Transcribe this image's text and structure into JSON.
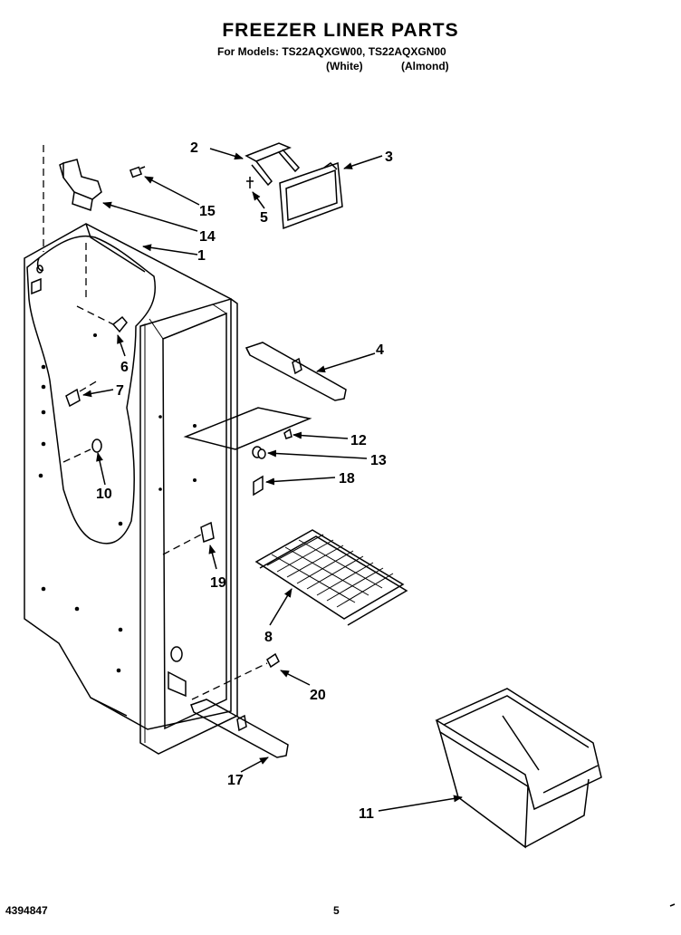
{
  "header": {
    "title": "FREEZER LINER PARTS",
    "models_line": "For Models: TS22AQXGW00, TS22AQXGN00",
    "color_white": "(White)",
    "color_almond": "(Almond)"
  },
  "callouts": [
    {
      "id": "c1",
      "label": "1"
    },
    {
      "id": "c2",
      "label": "2"
    },
    {
      "id": "c3",
      "label": "3"
    },
    {
      "id": "c4",
      "label": "4"
    },
    {
      "id": "c5",
      "label": "5"
    },
    {
      "id": "c6",
      "label": "6"
    },
    {
      "id": "c7",
      "label": "7"
    },
    {
      "id": "c8",
      "label": "8"
    },
    {
      "id": "c10",
      "label": "10"
    },
    {
      "id": "c11",
      "label": "11"
    },
    {
      "id": "c12",
      "label": "12"
    },
    {
      "id": "c13",
      "label": "13"
    },
    {
      "id": "c14",
      "label": "14"
    },
    {
      "id": "c15",
      "label": "15"
    },
    {
      "id": "c17",
      "label": "17"
    },
    {
      "id": "c18",
      "label": "18"
    },
    {
      "id": "c19",
      "label": "19"
    },
    {
      "id": "c20",
      "label": "20"
    }
  ],
  "footer": {
    "doc_number": "4394847",
    "page_number": "5"
  }
}
